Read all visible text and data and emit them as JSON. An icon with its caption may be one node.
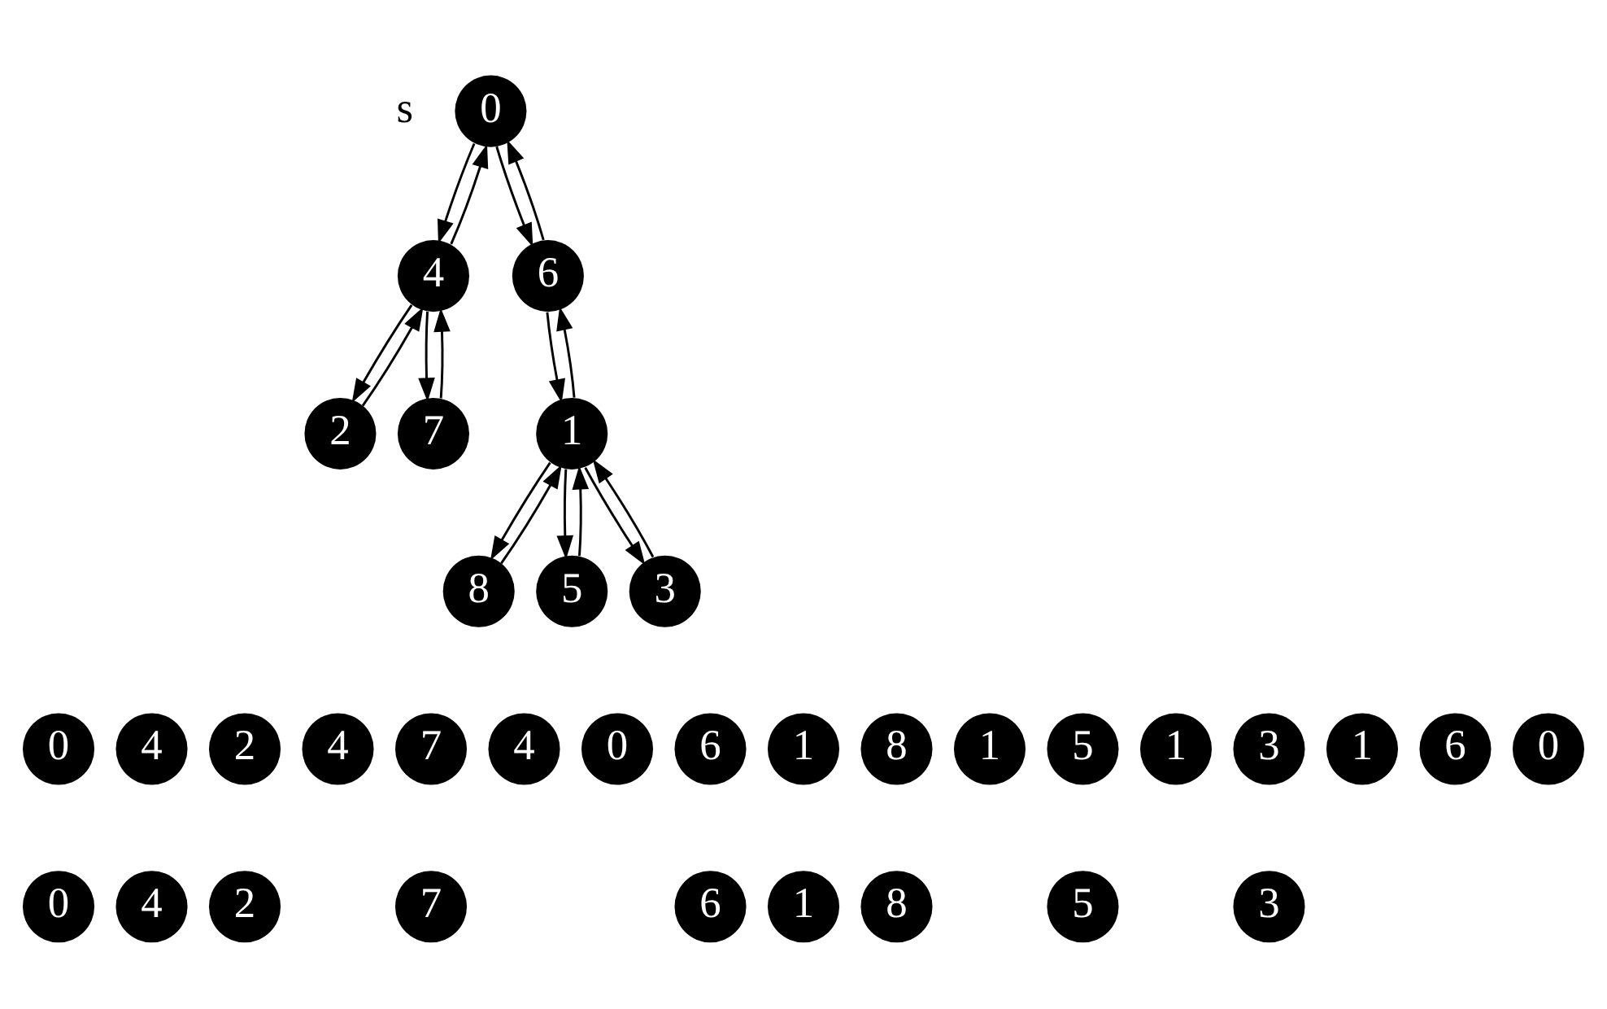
{
  "diagram": {
    "nodes": [
      {
        "text": [
          "0"
        ],
        "beside": [
          "s"
        ]
      },
      {
        "text": [
          "4"
        ]
      },
      {
        "text": [
          "6"
        ]
      },
      {
        "text": [
          "2"
        ]
      },
      {
        "text": [
          "7"
        ]
      },
      {
        "text": [
          "1"
        ]
      },
      {
        "text": [
          "8"
        ]
      },
      {
        "text": [
          "5"
        ]
      },
      {
        "text": [
          "3"
        ]
      },
      {
        "text": [
          "0"
        ]
      },
      {
        "text": [
          "4"
        ]
      },
      {
        "text": [
          "2"
        ]
      },
      {
        "text": [
          "4"
        ]
      },
      {
        "text": [
          "7"
        ]
      },
      {
        "text": [
          "4"
        ]
      },
      {
        "text": [
          "0"
        ]
      },
      {
        "text": [
          "6"
        ]
      },
      {
        "text": [
          "1"
        ]
      },
      {
        "text": [
          "8"
        ]
      },
      {
        "text": [
          "1"
        ]
      },
      {
        "text": [
          "5"
        ]
      },
      {
        "text": [
          "1"
        ]
      },
      {
        "text": [
          "3"
        ]
      },
      {
        "text": [
          "1"
        ]
      },
      {
        "text": [
          "6"
        ]
      },
      {
        "text": [
          "0"
        ]
      },
      {
        "text": [
          "0"
        ]
      },
      {
        "text": [
          "4"
        ]
      },
      {
        "text": [
          "2"
        ]
      },
      {
        "text": [
          "7"
        ]
      },
      {
        "text": [
          "6"
        ]
      },
      {
        "text": [
          "1"
        ]
      },
      {
        "text": [
          "8"
        ]
      },
      {
        "text": [
          "5"
        ]
      },
      {
        "text": [
          "3"
        ]
      }
    ],
    "edges": [
      {
        "from": 0,
        "to": 1,
        "arrow": "to"
      },
      {
        "from": 1,
        "to": 0,
        "arrow": "to"
      },
      {
        "from": 0,
        "to": 2,
        "arrow": "to"
      },
      {
        "from": 2,
        "to": 0,
        "arrow": "to"
      },
      {
        "from": 1,
        "to": 3,
        "arrow": "to"
      },
      {
        "from": 3,
        "to": 1,
        "arrow": "to"
      },
      {
        "from": 1,
        "to": 4,
        "arrow": "to"
      },
      {
        "from": 4,
        "to": 1,
        "arrow": "to"
      },
      {
        "from": 2,
        "to": 5,
        "arrow": "to"
      },
      {
        "from": 5,
        "to": 2,
        "arrow": "to"
      },
      {
        "from": 5,
        "to": 6,
        "arrow": "to"
      },
      {
        "from": 6,
        "to": 5,
        "arrow": "to"
      },
      {
        "from": 5,
        "to": 7,
        "arrow": "to"
      },
      {
        "from": 7,
        "to": 5,
        "arrow": "to"
      },
      {
        "from": 5,
        "to": 8,
        "arrow": "to"
      },
      {
        "from": 8,
        "to": 5,
        "arrow": "to"
      }
    ]
  }
}
